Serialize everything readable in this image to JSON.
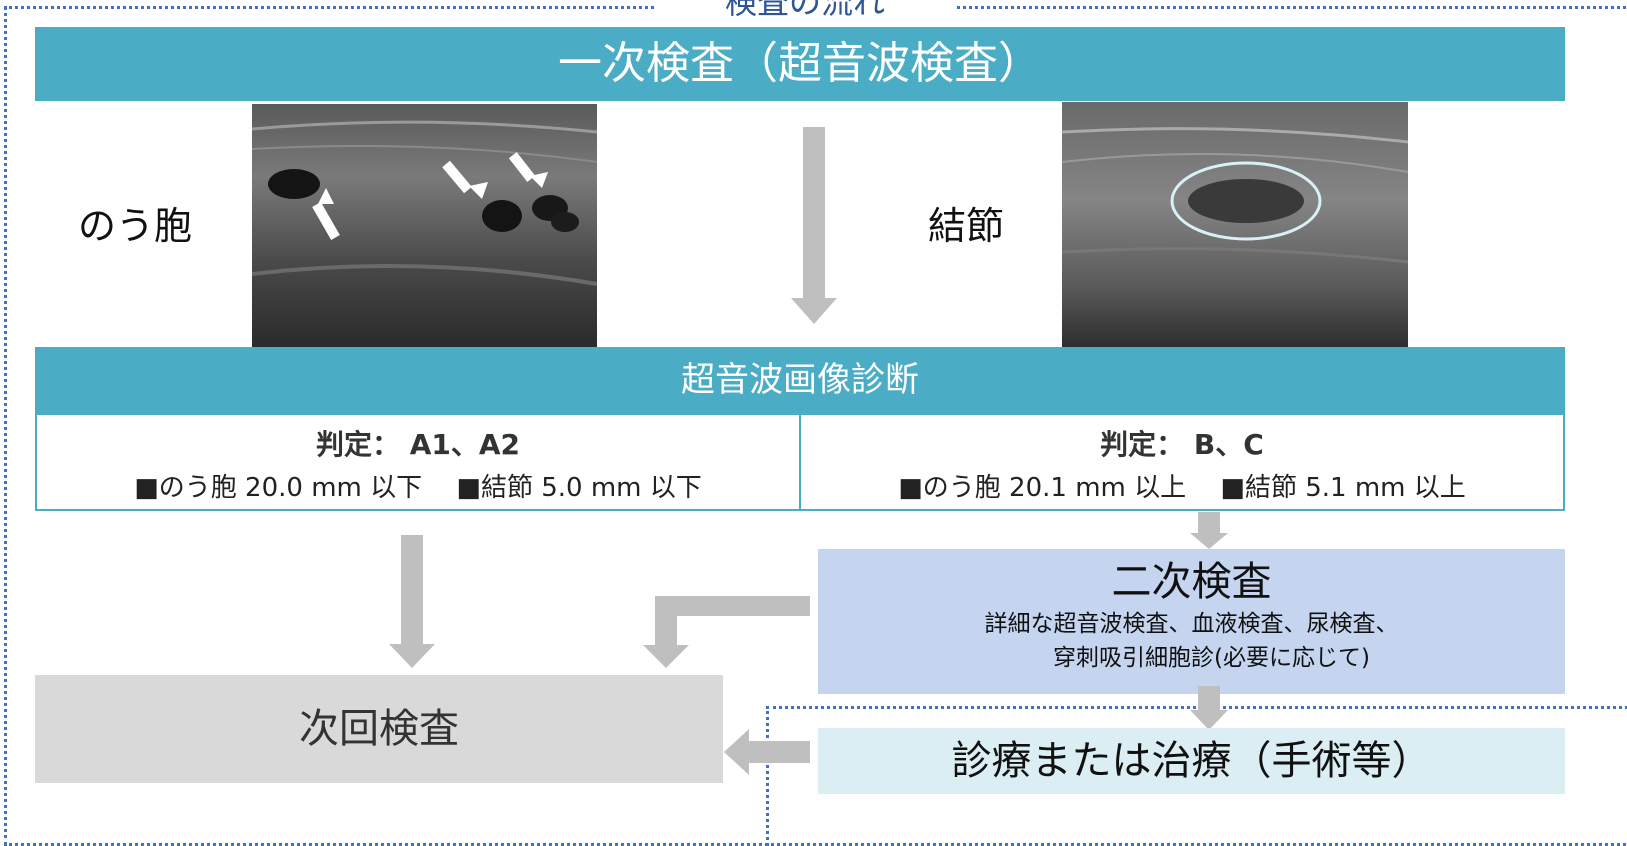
{
  "title": "検査の流れ",
  "primary": {
    "label": "一次検査（超音波検査）"
  },
  "images": {
    "cyst": {
      "label": "のう胞"
    },
    "nodule": {
      "label": "結節"
    }
  },
  "diagnosis": {
    "label": "超音波画像診断"
  },
  "criteria_left": {
    "heading": "判定： A1、A2",
    "detail": "■のう胞  20.0 mm 以下 　■結節 5.0 mm 以下"
  },
  "criteria_right": {
    "heading": "判定： B、C",
    "detail": "■のう胞 20.1 mm 以上 　■結節 5.1 mm 以上"
  },
  "secondary": {
    "label": "二次検査",
    "detail_line1": "詳細な超音波検査、血液検査、尿検査、",
    "detail_line2": "穿刺吸引細胞診(必要に応じて)"
  },
  "next_exam": {
    "label": "次回検査"
  },
  "treatment": {
    "label": "診療または治療（手術等）"
  },
  "colors": {
    "teal": "#4bacc6",
    "blue_box": "#c5d5ef",
    "light_box": "#dbeef3",
    "gray_box": "#d9d9d9",
    "dotted": "#3f72c4",
    "arrow": "#bfbfbf"
  }
}
